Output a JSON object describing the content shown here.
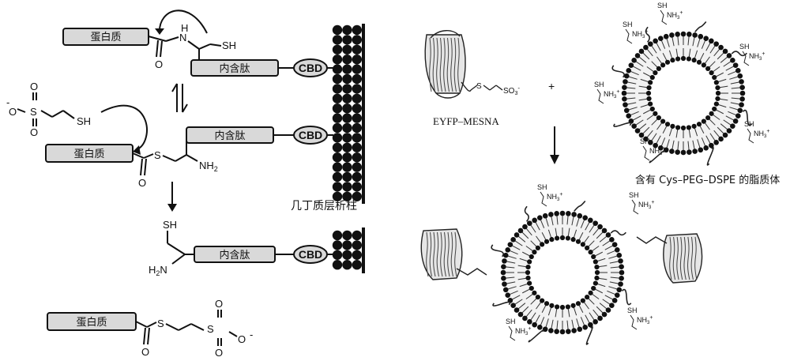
{
  "left_scheme": {
    "protein_label": "蛋白质",
    "intein_label": "内含肽",
    "cbd_label": "CBD",
    "column_caption": "几丁质层析柱",
    "atoms": {
      "N": "N",
      "H": "H",
      "SH": "SH",
      "S": "S",
      "O": "O",
      "NH2": "NH",
      "NH2_sub": "2",
      "minus": "-"
    }
  },
  "right_scheme": {
    "protein_name": "EYFP–MESNA",
    "plus": "+",
    "liposome_caption": "含有 Cys–PEG–DSPE 的脂质体",
    "atoms": {
      "SH": "SH",
      "NH3": "NH",
      "NH3_sub": "3",
      "plus_charge": "+",
      "S": "S",
      "O": "O",
      "H": "H",
      "N": "N"
    }
  },
  "colors": {
    "box_fill": "#d9d9d9",
    "stroke": "#111111",
    "bead": "#111111"
  }
}
